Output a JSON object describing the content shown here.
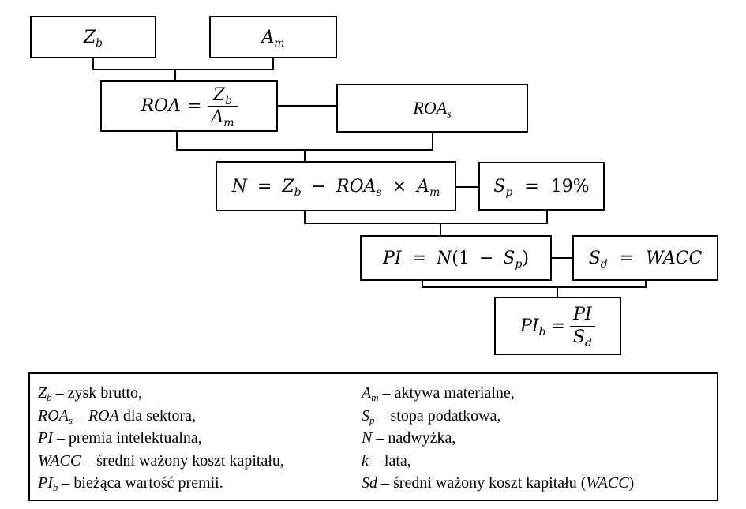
{
  "diagram": {
    "zb": {
      "base": "Z",
      "sub": "b"
    },
    "am": {
      "base": "A",
      "sub": "m"
    },
    "roa": {
      "lhs": "ROA",
      "eq": "=",
      "num_base": "Z",
      "num_sub": "b",
      "den_base": "A",
      "den_sub": "m"
    },
    "roas": {
      "base": "ROA",
      "sub": "s"
    },
    "n": {
      "lhs": "N",
      "eq": "=",
      "z": "Z",
      "z_sub": "b",
      "minus": "−",
      "roa": "ROA",
      "roa_sub": "s",
      "times": "×",
      "a": "A",
      "a_sub": "m"
    },
    "sp": {
      "base": "S",
      "sub": "p",
      "eq": "=",
      "value": "19%"
    },
    "pi": {
      "lhs": "PI",
      "eq": "=",
      "n": "N",
      "open": "(1",
      "minus": "−",
      "s": "S",
      "s_sub": "p",
      "close": ")"
    },
    "sd": {
      "base": "S",
      "sub": "d",
      "eq": "=",
      "value": "WACC"
    },
    "pib": {
      "base": "PI",
      "sub": "b",
      "eq": "=",
      "num": "PI",
      "den_base": "S",
      "den_sub": "d"
    }
  },
  "legend": {
    "left": [
      {
        "sym": "Z",
        "sub": "b",
        "text": " – zysk brutto,"
      },
      {
        "sym": "ROA",
        "sub": "s",
        "mid": " – ",
        "sym2": "ROA",
        "text": " dla sektora,"
      },
      {
        "sym": "PI",
        "sub": "",
        "text": " – premia intelektualna,"
      },
      {
        "sym": "WACC",
        "sub": "",
        "text": " – średni ważony koszt kapitału,"
      },
      {
        "sym": "PI",
        "sub": "b",
        "text": " – bieżąca wartość premii."
      }
    ],
    "right": [
      {
        "sym": "A",
        "sub": "m",
        "text": " – aktywa materialne,"
      },
      {
        "sym": "S",
        "sub": "p",
        "text": " – stopa podatkowa,"
      },
      {
        "sym": "N",
        "sub": "",
        "text": " – nadwyżka,"
      },
      {
        "sym": "k",
        "sub": "",
        "text": " – lata,"
      },
      {
        "sym": "Sd",
        "sub": "",
        "text": " – średni ważony koszt kapitału (",
        "sym2": "WACC",
        "tail": ")"
      }
    ]
  }
}
